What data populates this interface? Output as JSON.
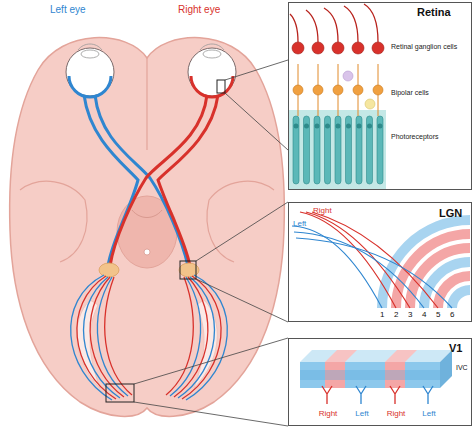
{
  "diagram": {
    "nodes": [
      {
        "text": [
          "Retina",
          "Retinal ganglion cells",
          "Bipolar cells",
          "Photoreceptors"
        ]
      },
      {
        "text": [
          "LGN",
          "Left",
          "Right",
          "1",
          "2",
          "3",
          "4",
          "5",
          "6"
        ]
      },
      {
        "text": [
          "V1",
          "IVC",
          "Right",
          "Left",
          "Right",
          "Left"
        ]
      }
    ],
    "labels": [
      "Left eye",
      "Right eye"
    ]
  }
}
